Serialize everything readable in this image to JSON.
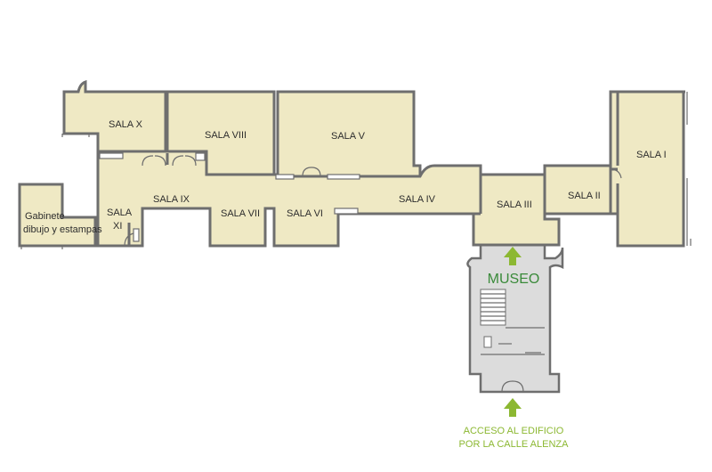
{
  "rooms": {
    "sala_x": "SALA X",
    "sala_viii": "SALA VIII",
    "sala_v": "SALA V",
    "sala_i": "SALA I",
    "sala_ix": "SALA IX",
    "sala_xi_line1": "SALA",
    "sala_xi_line2": "XI",
    "sala_vii": "SALA VII",
    "sala_vi": "SALA VI",
    "sala_iv": "SALA IV",
    "sala_iii": "SALA III",
    "sala_ii": "SALA II",
    "gabinete_line1": "Gabinete",
    "gabinete_line2": "dibujo y estampas"
  },
  "entrance": {
    "museo": "MUSEO",
    "acceso_line1": "ACCESO AL EDIFICIO",
    "acceso_line2": "POR LA CALLE ALENZA"
  },
  "colors": {
    "room_fill": "#efe9c4",
    "wall": "#6e6e6e",
    "stair_area": "#dcdcdc",
    "arrow": "#8cb832",
    "museo_text": "#3a8a3a"
  }
}
